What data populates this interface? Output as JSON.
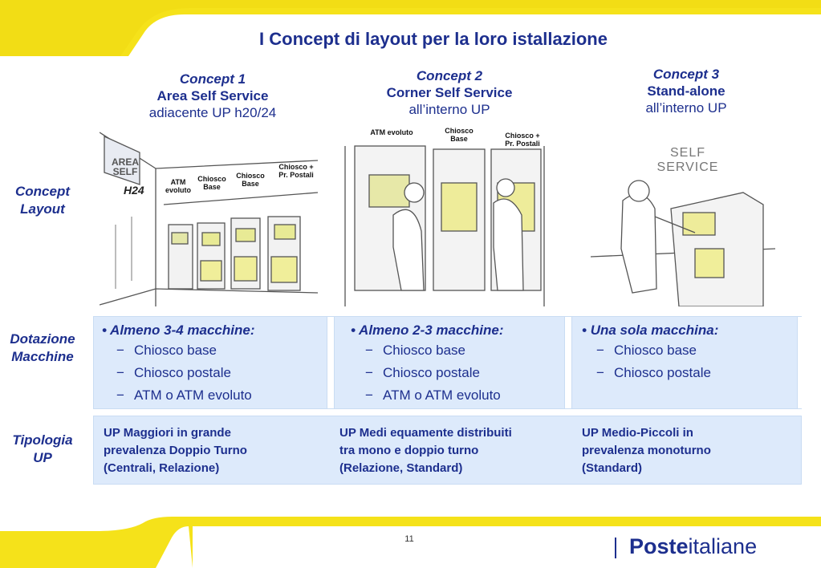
{
  "title": "I Concept di layout per la loro istallazione",
  "concepts": [
    {
      "num": "Concept 1",
      "name": "Area Self Service",
      "sub": "adiacente UP h20/24"
    },
    {
      "num": "Concept 2",
      "name": "Corner Self Service",
      "sub": "all’interno UP"
    },
    {
      "num": "Concept 3",
      "name": "Stand-alone",
      "sub": "all’interno UP"
    }
  ],
  "row_labels": {
    "layout": [
      "Concept",
      "Layout"
    ],
    "machines": [
      "Dotazione",
      "Macchine"
    ],
    "tipologia": [
      "Tipologia",
      "UP"
    ]
  },
  "sketch1": {
    "sign1": "AREA",
    "sign2": "SELF",
    "h24": "H24",
    "atm": [
      "ATM",
      "evoluto"
    ],
    "chiosco1": [
      "Chiosco",
      "Base"
    ],
    "chiosco2": [
      "Chiosco",
      "Base"
    ],
    "chiosco3": [
      "Chiosco +",
      "Pr. Postali"
    ]
  },
  "sketch2": {
    "atm": "ATM evoluto",
    "chiosco1": [
      "Chiosco",
      "Base"
    ],
    "chiosco2": [
      "Chiosco +",
      "Pr. Postali"
    ]
  },
  "sketch3": {
    "sign1": "SELF",
    "sign2": "SERVICE"
  },
  "machines": [
    {
      "head": "Almeno 3-4 macchine:",
      "items": [
        "Chiosco base",
        "Chiosco postale",
        "ATM o ATM evoluto"
      ]
    },
    {
      "head": "Almeno 2-3 macchine:",
      "items": [
        "Chiosco base",
        "Chiosco postale",
        "ATM o ATM evoluto"
      ]
    },
    {
      "head": "Una sola macchina:",
      "items": [
        "Chiosco base",
        "Chiosco postale"
      ]
    }
  ],
  "tipologia": [
    [
      "UP Maggiori in grande",
      "prevalenza Doppio Turno",
      "(Centrali, Relazione)"
    ],
    [
      "UP Medi equamente distribuiti",
      "tra mono e doppio turno",
      "(Relazione, Standard)"
    ],
    [
      "UP Medio-Piccoli in",
      "prevalenza monoturno",
      "(Standard)"
    ]
  ],
  "page_number": "11",
  "logo": {
    "bold": "Poste",
    "light": "italiane"
  },
  "colors": {
    "brand_blue": "#1d2f8e",
    "brand_yellow": "#f5e21a",
    "panel": "#ddeafb"
  }
}
